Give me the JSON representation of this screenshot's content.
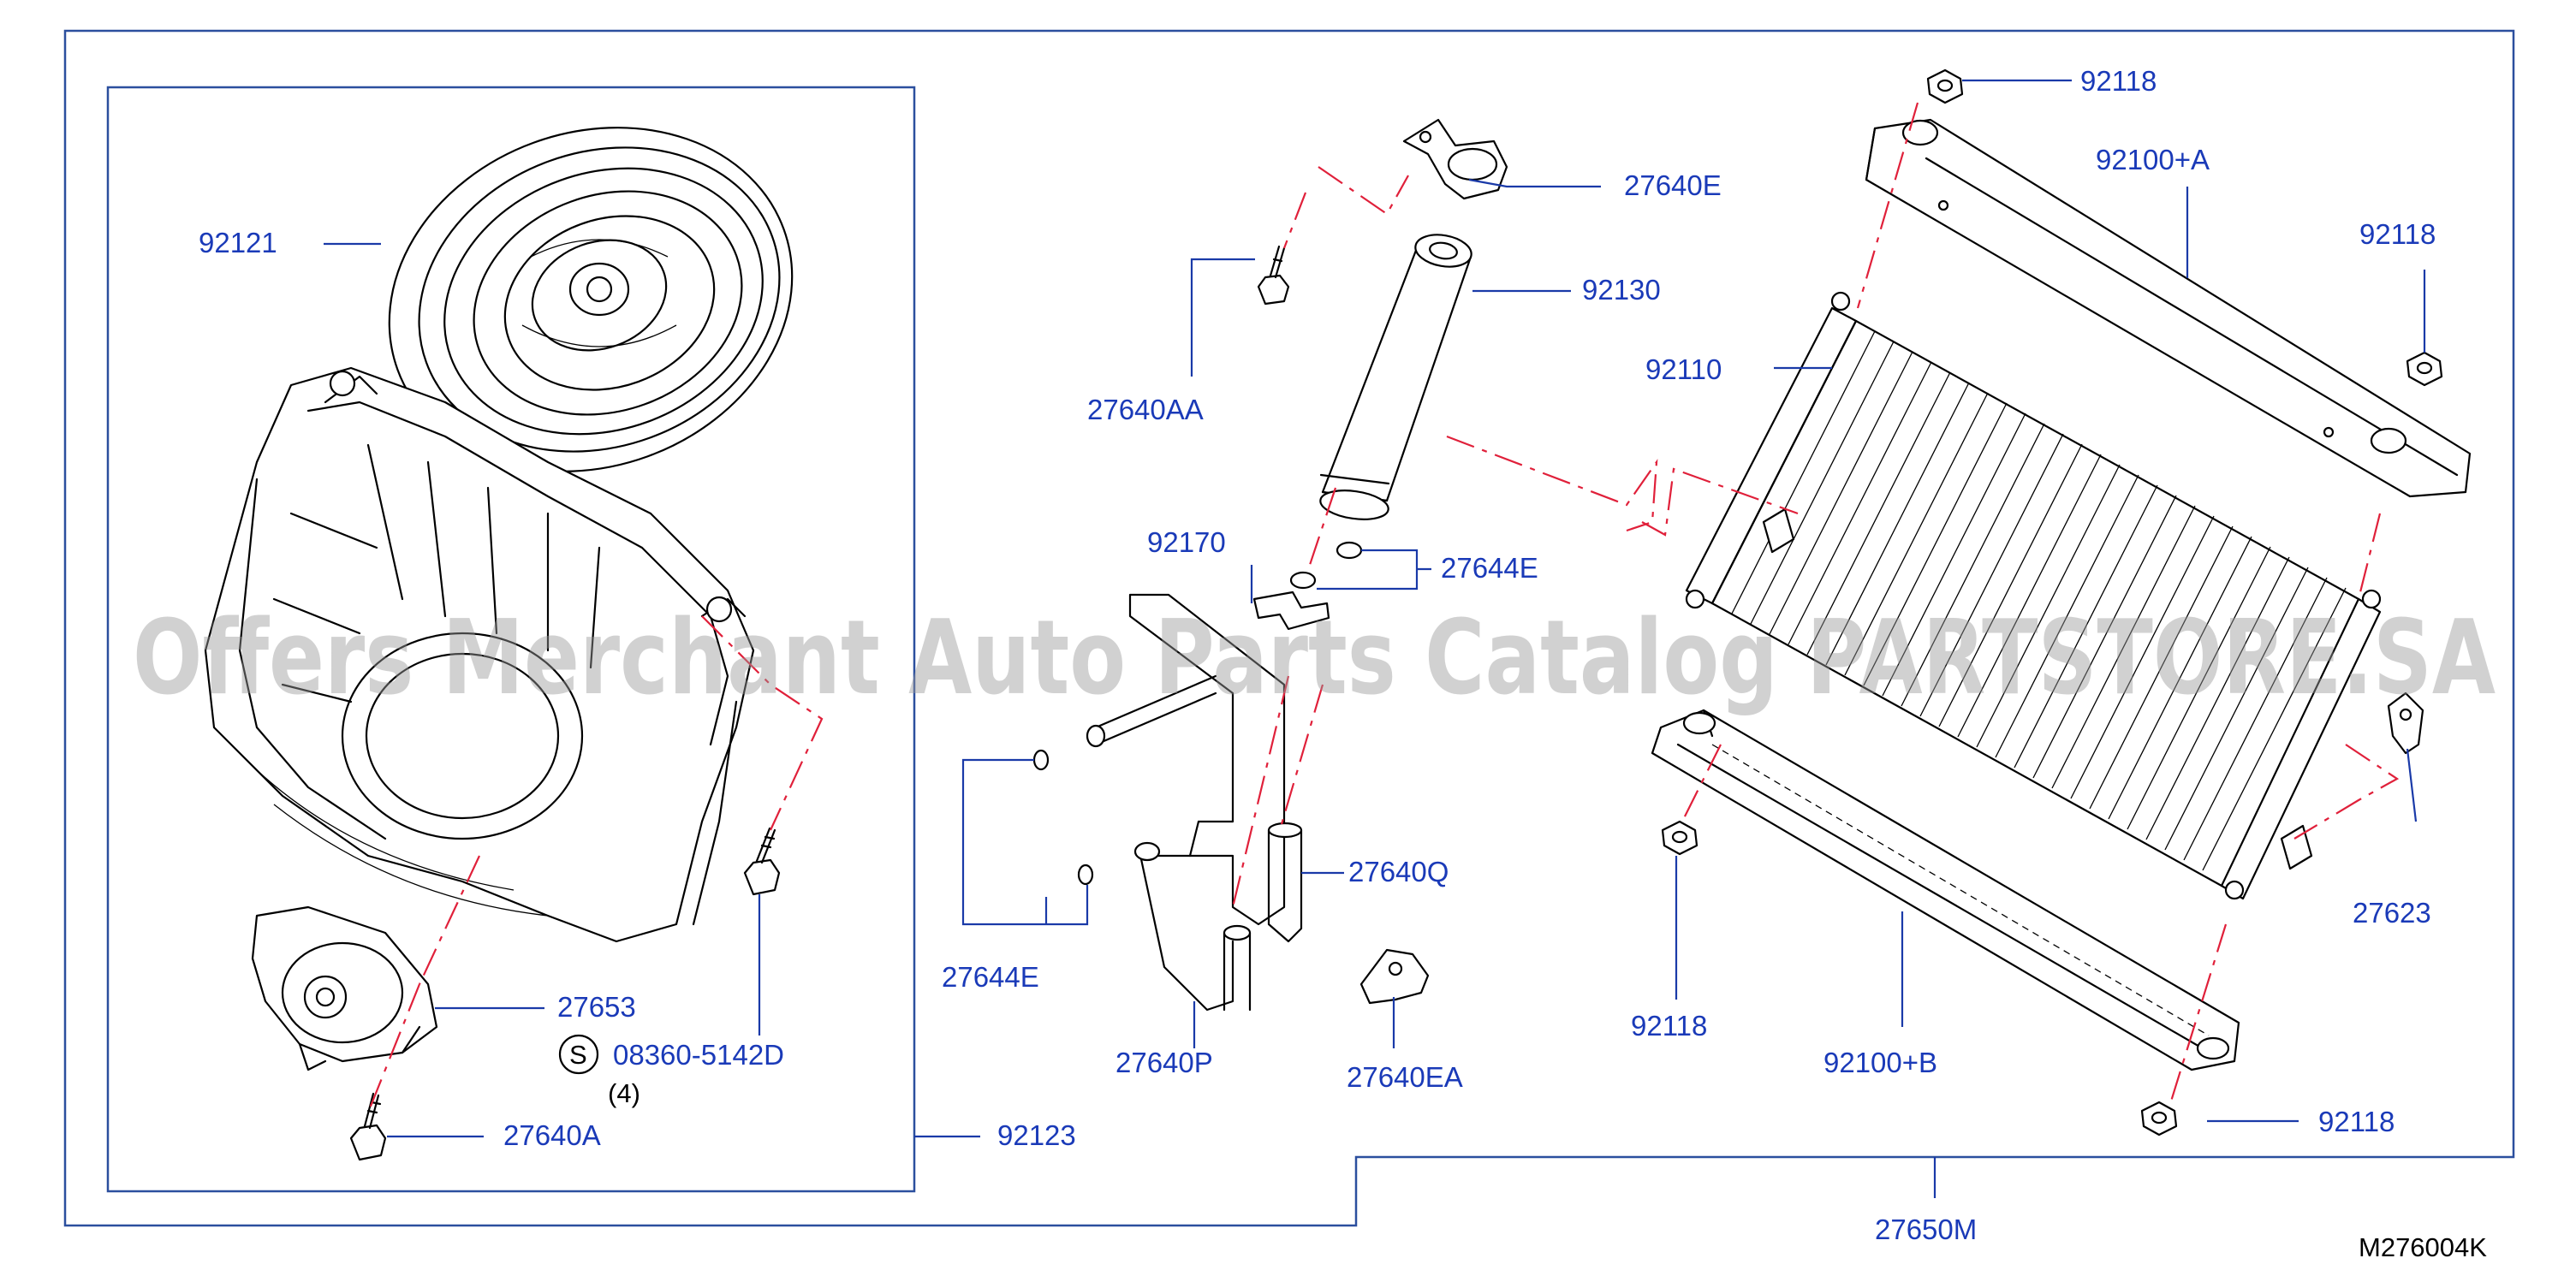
{
  "watermark": "Offers Merchant Auto Parts Catalog PARTSTORE.SA",
  "figure_code": "M276004K",
  "qty_note": "(4)",
  "symbol_s": "S",
  "parts": {
    "p92121": "92121",
    "p92123": "92123",
    "p27653": "27653",
    "p08360": "08360-5142D",
    "p27640A": "27640A",
    "p27640E": "27640E",
    "p92130": "92130",
    "p27640AA": "27640AA",
    "p92170": "92170",
    "p27644E_top": "27644E",
    "p27644E_bottom": "27644E",
    "p27640Q": "27640Q",
    "p27640P": "27640P",
    "p27640EA": "27640EA",
    "p92118_top": "92118",
    "p92100A": "92100+A",
    "p92118_right": "92118",
    "p92110": "92110",
    "p27623": "27623",
    "p92118_left": "92118",
    "p92100B": "92100+B",
    "p92118_bottom": "92118",
    "p27650M": "27650M"
  }
}
